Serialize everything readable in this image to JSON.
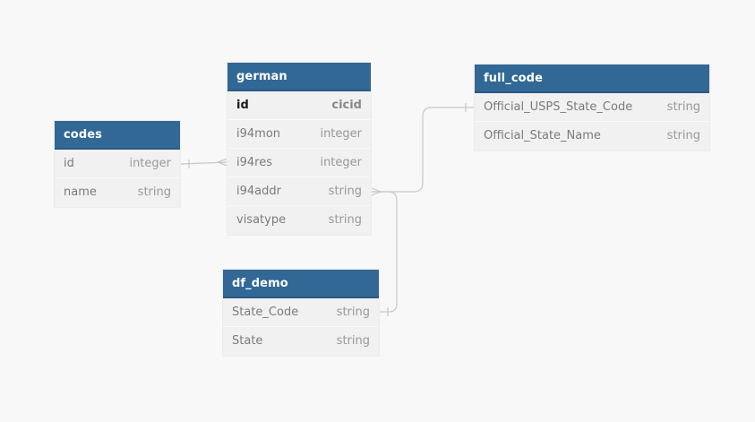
{
  "tables": {
    "codes": {
      "title": "codes",
      "columns": [
        {
          "name": "id",
          "type": "integer"
        },
        {
          "name": "name",
          "type": "string"
        }
      ]
    },
    "german": {
      "title": "german",
      "columns": [
        {
          "name": "id",
          "type": "cicid",
          "primary": true
        },
        {
          "name": "i94mon",
          "type": "integer"
        },
        {
          "name": "i94res",
          "type": "integer"
        },
        {
          "name": "i94addr",
          "type": "string"
        },
        {
          "name": "visatype",
          "type": "string"
        }
      ]
    },
    "full_code": {
      "title": "full_code",
      "columns": [
        {
          "name": "Official_USPS_State_Code",
          "type": "string"
        },
        {
          "name": "Official_State_Name",
          "type": "string"
        }
      ]
    },
    "df_demo": {
      "title": "df_demo",
      "columns": [
        {
          "name": "State_Code",
          "type": "string"
        },
        {
          "name": "State",
          "type": "string"
        }
      ]
    }
  },
  "relationships": [
    {
      "from": "codes.id",
      "from_end": "one",
      "to": "german.i94res",
      "to_end": "many"
    },
    {
      "from": "german.i94addr",
      "from_end": "many",
      "to": "full_code.Official_USPS_State_Code",
      "to_end": "one"
    },
    {
      "from": "german.i94addr",
      "from_end": "many",
      "to": "df_demo.State_Code",
      "to_end": "one"
    }
  ],
  "colors": {
    "header": "#316896",
    "body": "#f1f1f1",
    "canvas": "#f8f8f8",
    "link": "#c8c8c8"
  }
}
